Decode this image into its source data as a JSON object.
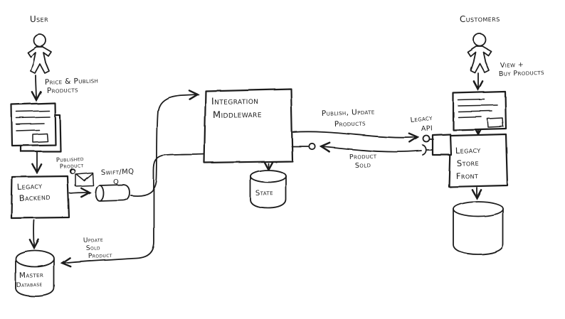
{
  "colors": {
    "ink": "#1c1c1c",
    "paper": "#ffffff"
  },
  "nodes": {
    "user": {
      "label": "User"
    },
    "customers": {
      "label": "Customers"
    },
    "legacy_backend": {
      "lines": [
        "Legacy",
        "Backend"
      ]
    },
    "queue": {
      "lines": [
        "Swift/MQ",
        "Q"
      ]
    },
    "master_database": {
      "lines": [
        "Master",
        "Database"
      ]
    },
    "integration_middleware": {
      "lines": [
        "Integration",
        "Middleware"
      ]
    },
    "state_store": {
      "label": "State"
    },
    "legacy_api": {
      "lines": [
        "Legacy",
        "API"
      ]
    },
    "legacy_store_front": {
      "lines": [
        "Legacy",
        "Store",
        "Front"
      ]
    }
  },
  "edges": {
    "price_publish": {
      "lines": [
        "Price & Publish",
        "Products"
      ]
    },
    "published_product": {
      "lines": [
        "Published",
        "Product"
      ]
    },
    "publish_update": {
      "lines": [
        "Publish, Update",
        "Products"
      ]
    },
    "product_sold": {
      "lines": [
        "Product",
        "Sold"
      ]
    },
    "update_sold": {
      "lines": [
        "Update",
        "Sold",
        "Product"
      ]
    },
    "view_buy": {
      "lines": [
        "View +",
        "Buy Products"
      ]
    }
  }
}
